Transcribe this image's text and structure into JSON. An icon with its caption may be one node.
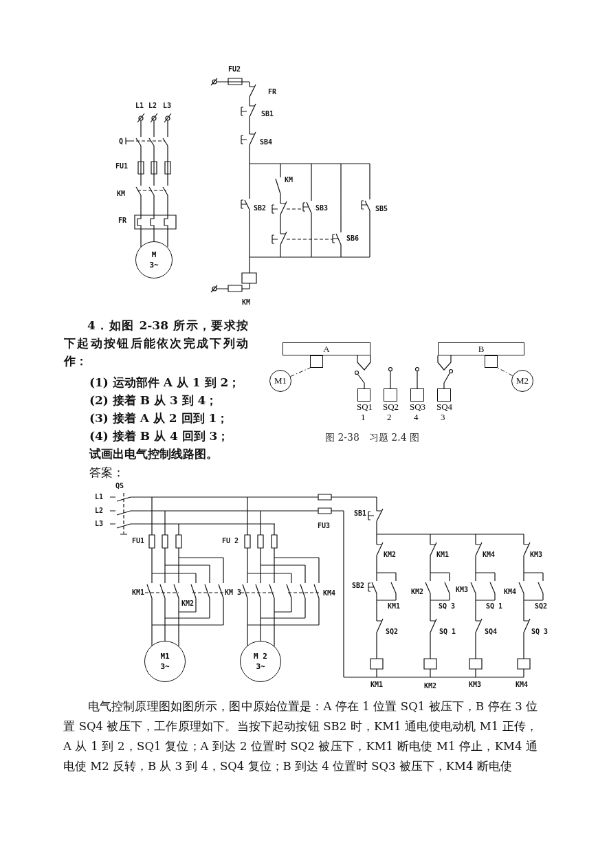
{
  "diagram": {
    "nodes": [
      {
        "text": [
          "M",
          "3~"
        ]
      },
      {
        "text": [
          "A"
        ]
      },
      {
        "text": [
          "B"
        ]
      },
      {
        "text": [
          "M1"
        ]
      },
      {
        "text": [
          "M2"
        ]
      },
      {
        "text": [],
        "shape": "box"
      },
      {
        "text": [],
        "shape": "box"
      },
      {
        "text": [],
        "shape": "box",
        "beside": [
          "SQ1",
          "1"
        ]
      },
      {
        "text": [],
        "shape": "box",
        "beside": [
          "SQ2",
          "2"
        ]
      },
      {
        "text": [],
        "shape": "box",
        "beside": [
          "SQ3",
          "4"
        ]
      },
      {
        "text": [],
        "shape": "box",
        "beside": [
          "SQ4",
          "3"
        ]
      },
      {
        "text": [
          "M1",
          "3~"
        ]
      },
      {
        "text": [
          "M 2",
          "3~"
        ]
      }
    ],
    "edges": [
      {
        "from": 3,
        "to": 5,
        "arrow": "none",
        "style": "dashed"
      },
      {
        "from": 4,
        "to": 6,
        "arrow": "none",
        "style": "dashed"
      }
    ],
    "labels": [
      "FU2",
      "FR",
      "L1",
      "L2",
      "L3",
      "SB1",
      "Q",
      "SB4",
      "FU1",
      "KM",
      "KM",
      "SB2",
      "SB3",
      "SB5",
      "FR",
      "SB6",
      "KM",
      "4．如图 2-38 所示，要求按下起动按钮后能依次完成下列动作：",
      "(1) 运动部件 A 从 1 到 2；",
      "(2) 接着 B 从 3 到 4；",
      "(3) 接着 A 从 2 回到 1；",
      "(4) 接着 B 从 4 回到 3；",
      "试画出电气控制线路图。",
      "图 2-38　习题 2.4 图",
      "答案：",
      "QS",
      "L1",
      "L2",
      "L3",
      "FU3",
      "SB1",
      "FU1",
      "FU 2",
      "KM2",
      "KM1",
      "KM4",
      "KM3",
      "KM1",
      "KM 3",
      "KM4",
      "SB2",
      "KM2",
      "KM3",
      "KM4",
      "KM2",
      "KM1",
      "SQ 3",
      "SQ 1",
      "SQ2",
      "SQ2",
      "SQ 1",
      "SQ4",
      "SQ 3",
      "KM1",
      "KM2",
      "KM3",
      "KM4",
      "电气控制原理图如图所示，图中原始位置是：A 停在 1 位置 SQ1 被压下，B 停在 3 位置 SQ4 被压下，工作原理如下。当按下起动按钮 SB2 时，KM1 通电使电动机 M1 正传，A 从 1 到 2，SQ1 复位；A 到达 2 位置时 SQ2 被压下，KM1 断电使 M1 停止，KM4 通电使 M2 反转，B 从 3 到 4，SQ4 复位；B 到达 4 位置时 SQ3 被压下，KM4 断电使"
    ]
  }
}
